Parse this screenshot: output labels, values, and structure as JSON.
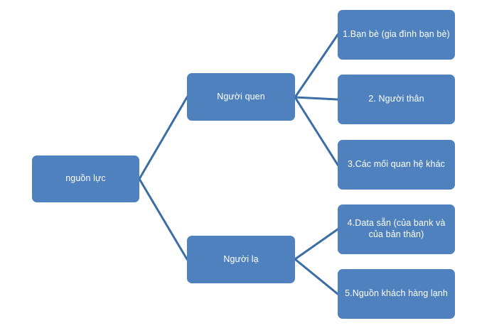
{
  "diagram": {
    "type": "tree-hierarchy",
    "orientation": "left-to-right",
    "colors": {
      "node_fill": "#4e81bd",
      "node_text": "#ffffff",
      "connector_stroke": "#3a6ea5",
      "background": "#ffffff"
    },
    "root": {
      "id": "nguon-luc",
      "label": "nguồn lực"
    },
    "branches": [
      {
        "id": "nguoi-quen",
        "label": "Người quen",
        "children": [
          "leaf-1",
          "leaf-2",
          "leaf-3"
        ]
      },
      {
        "id": "nguoi-la",
        "label": "Người lạ",
        "children": [
          "leaf-4",
          "leaf-5"
        ]
      }
    ],
    "leaves": [
      {
        "id": "leaf-1",
        "label": "1.Bạn bè (gia đình bạn bè)"
      },
      {
        "id": "leaf-2",
        "label": "2. Người thân"
      },
      {
        "id": "leaf-3",
        "label": "3.Các mối quan hệ  khác"
      },
      {
        "id": "leaf-4",
        "label": "4.Data sẵn (của bank và của bản thân)"
      },
      {
        "id": "leaf-5",
        "label": "5.Nguồn khách hàng lạnh"
      }
    ],
    "connectors": [
      {
        "from": "nguon-luc",
        "to": "nguoi-quen"
      },
      {
        "from": "nguon-luc",
        "to": "nguoi-la"
      },
      {
        "from": "nguoi-quen",
        "to": "leaf-1"
      },
      {
        "from": "nguoi-quen",
        "to": "leaf-2"
      },
      {
        "from": "nguoi-quen",
        "to": "leaf-3"
      },
      {
        "from": "nguoi-la",
        "to": "leaf-4"
      },
      {
        "from": "nguoi-la",
        "to": "leaf-5"
      }
    ]
  }
}
